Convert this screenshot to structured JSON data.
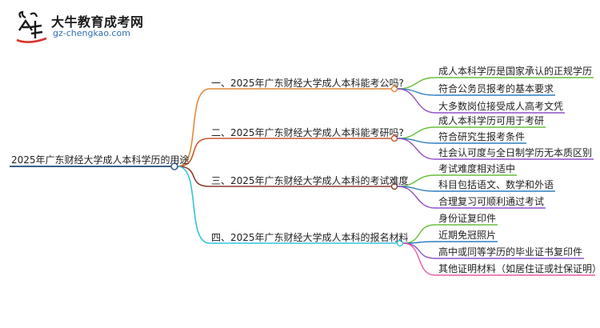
{
  "logo": {
    "name": "大牛教育成考网",
    "url": "gz-chengkao.com",
    "icon": "bull-logo-icon"
  },
  "mindmap": {
    "root": "2025年广东财经大学成人本科学历的用途",
    "colors": {
      "root_line": "#3a5f86",
      "branch_1": "#e08a3a",
      "branch_2": "#c65a2e",
      "branch_3": "#8a3b2a",
      "branch_4": "#35c4dd",
      "leaf_green": "#6abf3b",
      "leaf_blue": "#2d7fc1",
      "leaf_purple": "#8f52c9",
      "leaf_pink": "#ea5aa5"
    },
    "branches": [
      {
        "label": "一、2025年广东财经大学成人本科能考公吗?",
        "leaves": [
          "成人本科学历是国家承认的正规学历",
          "符合公务员报考的基本要求",
          "大多数岗位接受成人高考文凭"
        ]
      },
      {
        "label": "二、2025年广东财经大学成人本科能考研吗?",
        "leaves": [
          "成人本科学历可用于考研",
          "符合研究生报考条件",
          "社会认可度与全日制学历无本质区别"
        ]
      },
      {
        "label": "三、2025年广东财经大学成人本科的考试难度",
        "leaves": [
          "考试难度相对适中",
          "科目包括语文、数学和外语",
          "合理复习可顺利通过考试"
        ]
      },
      {
        "label": "四、2025年广东财经大学成人本科的报名材料",
        "leaves": [
          "身份证复印件",
          "近期免冠照片",
          "高中或同等学历的毕业证书复印件",
          "其他证明材料（如居住证或社保证明）"
        ]
      }
    ]
  }
}
